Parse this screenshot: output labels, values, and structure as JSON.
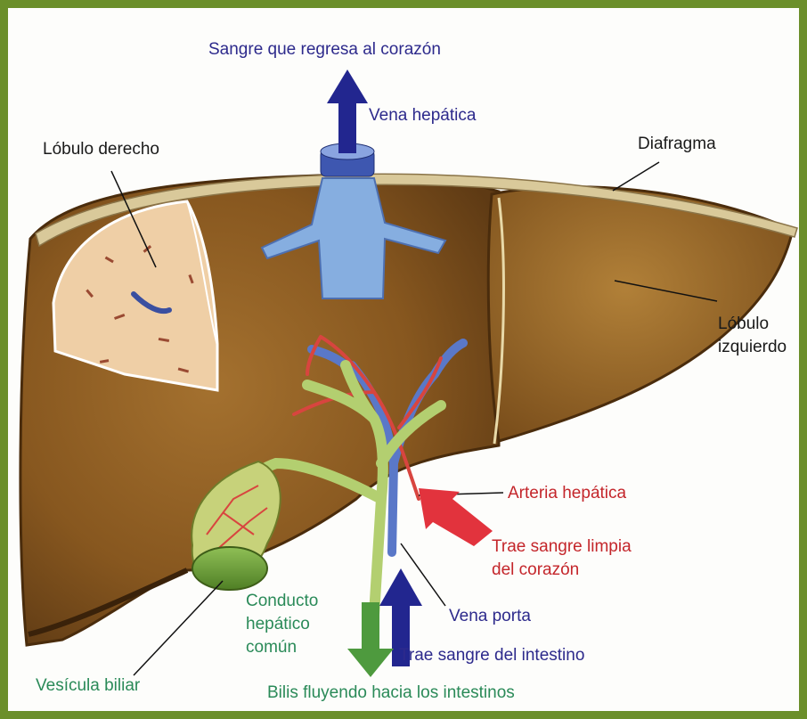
{
  "labels": {
    "blood_return": "Sangre que regresa al corazón",
    "hepatic_vein": "Vena hepática",
    "right_lobe": "Lóbulo derecho",
    "diaphragm": "Diafragma",
    "left_lobe_1": "Lóbulo",
    "left_lobe_2": "izquierdo",
    "hepatic_artery": "Arteria hepática",
    "clean_blood_1": "Trae sangre limpia",
    "clean_blood_2": "del corazón",
    "common_duct_1": "Conducto",
    "common_duct_2": "hepático",
    "common_duct_3": "común",
    "portal_vein": "Vena porta",
    "gallbladder": "Vesícula biliar",
    "intestine_blood": "Trae sangre del intestino",
    "bile_flow": "Bilis fluyendo hacia los intestinos"
  },
  "colors": {
    "frame": "#6b8f2a",
    "liver": "#8a5a22",
    "vein_blue": "#7fa6d8",
    "artery_red": "#d8453f",
    "bile_green": "#a9c96a",
    "gallbladder": "#6e9a3a",
    "arrow_blue": "#22268f",
    "arrow_red": "#e2333d",
    "arrow_green": "#4e9a3e"
  },
  "icons": {
    "up_arrow": "blood-return-arrow-icon",
    "red_arrow": "arterial-inflow-arrow-icon",
    "blue_arrow": "portal-inflow-arrow-icon",
    "green_arrow": "bile-outflow-arrow-icon"
  }
}
